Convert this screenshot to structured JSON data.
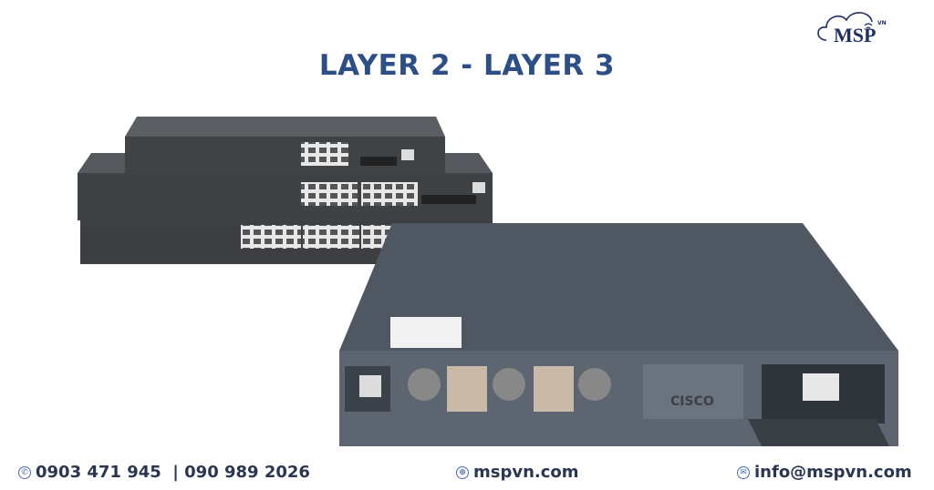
{
  "logo": {
    "text": "MSP",
    "superscript": "VN"
  },
  "title": "LAYER 2 - LAYER 3",
  "product": {
    "rear_brand": "CISCO"
  },
  "footer": {
    "phone": "0903 471 945  | 090 989 2026",
    "website": "mspvn.com",
    "email": "info@mspvn.com"
  },
  "colors": {
    "title": "#2d4f86",
    "text": "#2b3752",
    "logo": "#1f2f63"
  }
}
